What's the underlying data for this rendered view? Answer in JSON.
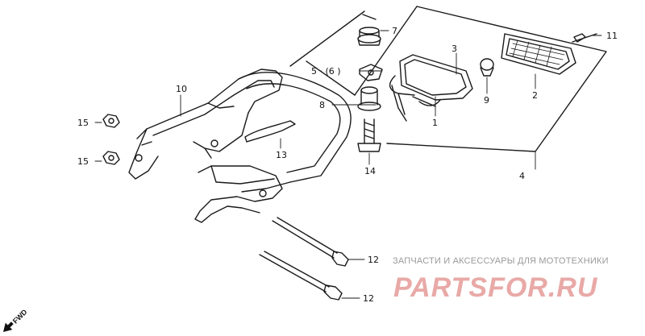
{
  "callouts": {
    "p1": "1",
    "p2": "2",
    "p3": "3",
    "p4": "4",
    "p5": "5 · (6 )",
    "p7": "7",
    "p8": "8",
    "p9": "9",
    "p10": "10",
    "p11": "11",
    "p12a": "12",
    "p12b": "12",
    "p13": "13",
    "p14": "14",
    "p15a": "15",
    "p15b": "15"
  },
  "fwd_label": "FWD",
  "watermark": {
    "caption": "ЗАПЧАСТИ И АКСЕССУАРЫ ДЛЯ МОТОТЕХНИКИ",
    "logo_text": "PARTSFOR.RU",
    "logo_color": "#d9534f"
  }
}
